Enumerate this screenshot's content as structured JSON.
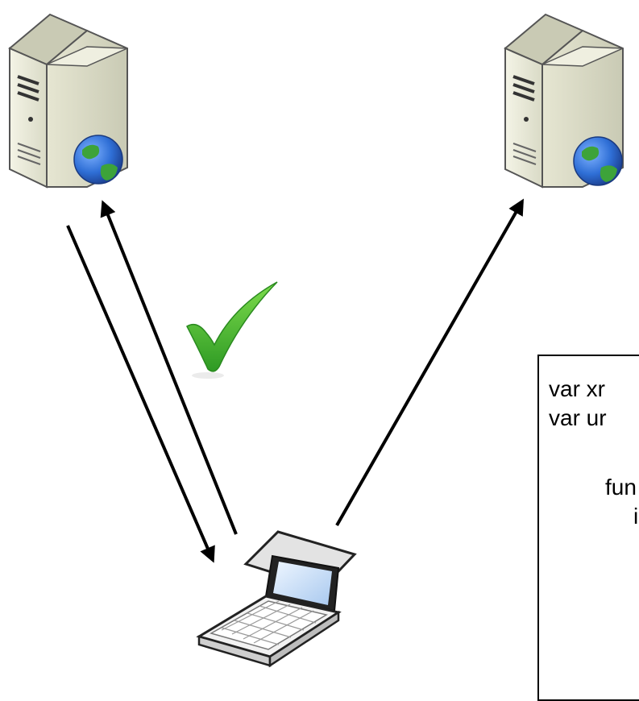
{
  "nodes": {
    "server_left": {
      "icon": "web-server-icon",
      "badge": "globe-icon"
    },
    "server_right": {
      "icon": "web-server-icon",
      "badge": "globe-icon"
    },
    "client": {
      "icon": "laptop-icon"
    }
  },
  "status": {
    "icon": "checkmark-icon",
    "color": "#3fae2a"
  },
  "code": {
    "lines": [
      "var xr",
      "var ur",
      "fun",
      "i"
    ]
  },
  "colors": {
    "arrow": "#000000",
    "server_body": "#e9ead8",
    "globe_ocean": "#2f6fd6",
    "globe_land": "#3da33a"
  }
}
